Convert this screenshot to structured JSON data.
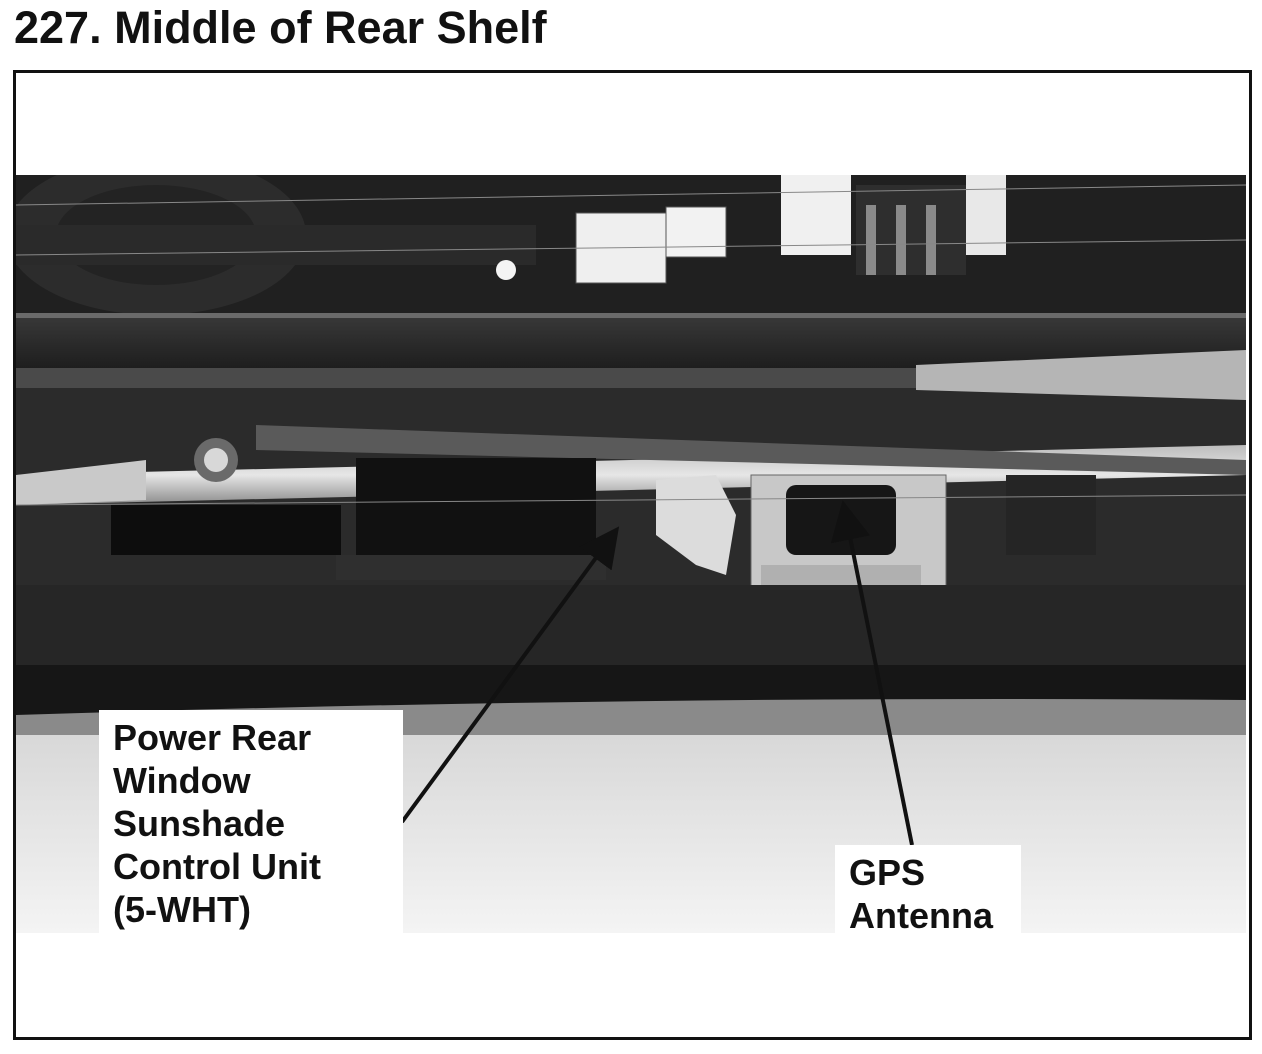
{
  "figure": {
    "title": "227. Middle of Rear Shelf",
    "photo_description_icon": "engine-component-photo"
  },
  "callouts": {
    "sunshade": {
      "lines": [
        "Power Rear",
        "Window",
        "Sunshade",
        "Control Unit",
        "(5-WHT)"
      ]
    },
    "gps": {
      "lines": [
        "GPS",
        "Antenna"
      ]
    }
  },
  "colors": {
    "ink": "#111111",
    "background": "#ffffff"
  }
}
